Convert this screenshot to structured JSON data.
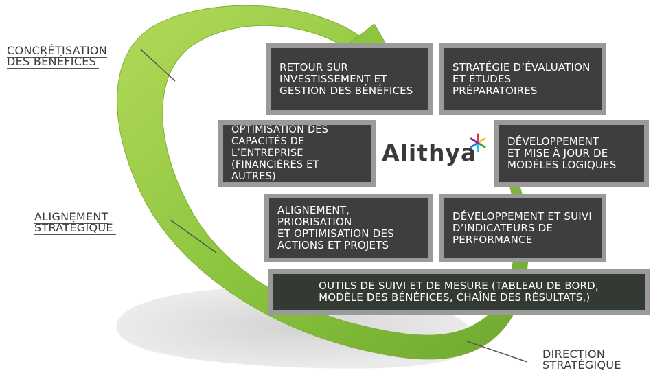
{
  "colors": {
    "arrow_green": "#8bc34a",
    "box_fill": "#3e3e3e",
    "box_border": "#9a9a9a",
    "bottom_box_fill": "#333a33",
    "label_text": "#3a3a3a"
  },
  "labels": {
    "concretisation": "CONCRÉTISATION\nDES BÉNÉFICES",
    "alignement": "ALIGNEMENT\nSTRATÉGIQUE",
    "direction": "DIRECTION\nSTRATÉGIQUE"
  },
  "boxes": {
    "retour": "RETOUR SUR\nINVESTISSEMENT ET\nGESTION DES BÉNÉFICES",
    "strategie": "STRATÉGIE D’ÉVALUATION\nET ÉTUDES PRÉPARATOIRES",
    "optimisation": "OPTIMISATION DES\nCAPACITÉS DE\nL’ENTREPRISE\n(FINANCIÈRES ET AUTRES)",
    "developpement_modeles": "DÉVELOPPEMENT\nET MISE À JOUR DE\nMODÈLES LOGIQUES",
    "alignement_priorisation": "ALIGNEMENT, PRIORISATION\nET OPTIMISATION DES\nACTIONS ET PROJETS",
    "developpement_indicateurs": "DÉVELOPPEMENT ET SUIVI\nD’INDICATEURS DE\nPERFORMANCE",
    "outils": "OUTILS DE SUIVI ET DE MESURE (TABLEAU DE BORD,\nMODÈLE DES BÉNÉFICES, CHAÎNE DES RÉSULTATS,)"
  },
  "logo": {
    "text": "Alithya",
    "star_colors": [
      "#e53935",
      "#1e88e5",
      "#43a047",
      "#26c6da",
      "#fbc02d",
      "#8e24aa"
    ]
  }
}
